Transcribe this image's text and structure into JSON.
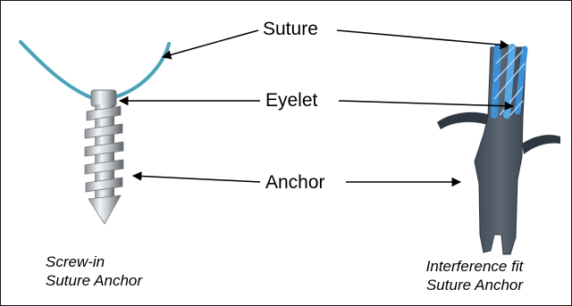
{
  "labels": {
    "suture": "Suture",
    "eyelet": "Eyelet",
    "anchor": "Anchor"
  },
  "captions": {
    "screw_in": {
      "line1": "Screw-in",
      "line2": "Suture Anchor"
    },
    "interference": {
      "line1": "Interference fit",
      "line2": "Suture Anchor"
    }
  },
  "colors": {
    "suture": "#4aa3b8",
    "metal_light": "#eef0f2",
    "metal_dark": "#6e7378",
    "interference_body": "#4f5a68",
    "interference_wing": "#2e3742",
    "braided_suture": "#3d8fd6",
    "arrow": "#000000"
  }
}
